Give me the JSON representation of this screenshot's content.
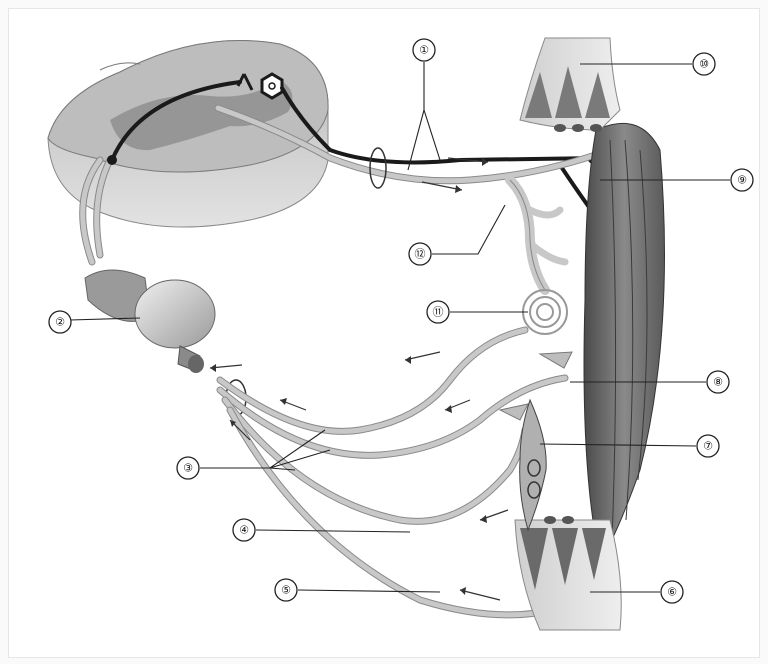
{
  "labels": [
    {
      "num": "①"
    },
    {
      "num": "②"
    },
    {
      "num": "③"
    },
    {
      "num": "④"
    },
    {
      "num": "⑤"
    },
    {
      "num": "⑥"
    },
    {
      "num": "⑦"
    },
    {
      "num": "⑧"
    },
    {
      "num": "⑨"
    },
    {
      "num": "⑩"
    },
    {
      "num": "⑪"
    },
    {
      "num": "⑫"
    }
  ],
  "colors": {
    "background": "#ffffff",
    "tissue_gray": "#b5b5b5",
    "spinal_cord_gray": "#9c9c9c",
    "dark_nerve": "#1a1a1a",
    "light_nerve": "#c8c8c8",
    "muscle": "#6a6a6a"
  }
}
